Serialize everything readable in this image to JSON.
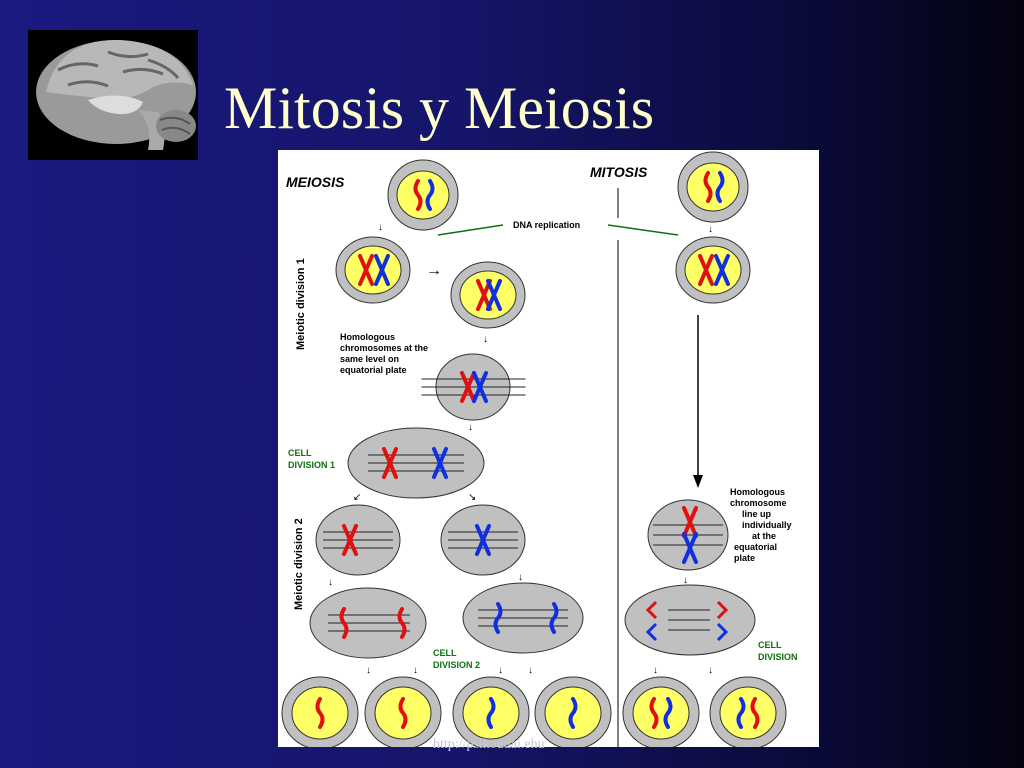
{
  "slide": {
    "title": "Mitosis y Meiosis",
    "footer_url": "http://psikoudai.ehu"
  },
  "diagram": {
    "meiosis_title": "MEIOSIS",
    "mitosis_title": "MITOSIS",
    "dna_replication": "DNA replication",
    "meiotic_division_1": "Meiotic division 1",
    "meiotic_division_2": "Meiotic division 2",
    "homologous_note": [
      "Homologous",
      "chromosomes at the",
      "same level on",
      "equatorial plate"
    ],
    "cell_division_1": [
      "CELL",
      "DIVISION 1"
    ],
    "cell_division_2": [
      "CELL",
      "DIVISION 2"
    ],
    "mitosis_note": [
      "Homologous",
      "chromosome",
      "line up",
      "individually",
      "at the",
      "equatorial",
      "plate"
    ],
    "cell_division": [
      "CELL",
      "DIVISION"
    ]
  },
  "colors": {
    "background": "#15156a",
    "title": "#ffffcc",
    "cell_nucleus": "#ffff66",
    "cell_body": "#c0c0c0",
    "chromosome_red": "#e01010",
    "chromosome_blue": "#1030e0",
    "label_green": "#107010"
  },
  "icons": {
    "logo": "brain-icon"
  }
}
